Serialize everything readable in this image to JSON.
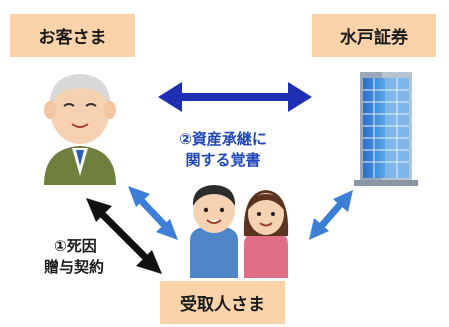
{
  "labels": {
    "customer": "お客さま",
    "mito": "水戸証券",
    "recipient": "受取人さま"
  },
  "captions": {
    "agreement_line1": "②資産承継に",
    "agreement_line2": "関する覚書",
    "gift_line1": "①死因",
    "gift_line2": "贈与契約"
  },
  "colors": {
    "label_bg": "#fbd3aa",
    "blue_arrow": "#1f2fb3",
    "light_blue_arrow": "#3d7fd6",
    "black_arrow": "#111111",
    "caption_blue": "#2147b8"
  },
  "icons": {
    "customer": "elderly-man-icon",
    "mito": "office-building-icon",
    "recipient": "couple-icon"
  }
}
